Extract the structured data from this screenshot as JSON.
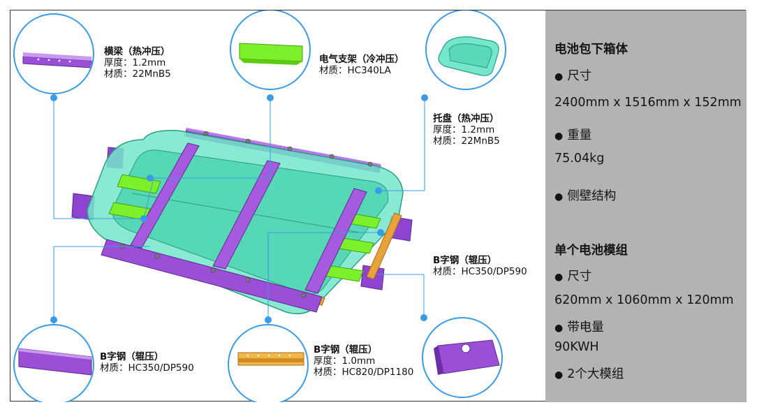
{
  "callouts": {
    "beam": {
      "title": "横梁（热冲压）",
      "line1": "厚度：1.2mm",
      "line2": "材质：22MnB5"
    },
    "bracket": {
      "title": "电气支架（冷冲压）",
      "line1": "材质：HC340LA"
    },
    "tray": {
      "title": "托盘（热冲压）",
      "line1": "厚度：1.2mm",
      "line2": "材质：22MnB5"
    },
    "bsteel_r": {
      "title": "B字钢（辊压）",
      "line1": "材质：HC350/DP590"
    },
    "bsteel_l": {
      "title": "B字钢（辊压）",
      "line1": "材质：HC350/DP590"
    },
    "bsteel_m": {
      "title": "B字钢（辊压）",
      "line1": "厚度：1.0mm",
      "line2": "材质：HC820/DP1180"
    }
  },
  "panel": {
    "title1": "电池包下箱体",
    "size_label": "尺寸",
    "size_value": "2400mm x 1516mm x 152mm",
    "weight_label": "重量",
    "weight_value": "75.04kg",
    "structure_label": "侧壁结构",
    "title2": "单个电池模组",
    "module_size_label": "尺寸",
    "module_size_value": "620mm x 1060mm x 120mm",
    "capacity_label": "带电量",
    "capacity_value": "90KWH",
    "module_count": "2个大模组",
    "bullet": "●"
  },
  "colors": {
    "accent_blue": "#3a9ae6",
    "purple": "#9a4fd6",
    "green": "#7cf02a",
    "tray_fill": "#5de0c0",
    "orange": "#e8a23a",
    "panel_bg": "#b3b3b3"
  }
}
